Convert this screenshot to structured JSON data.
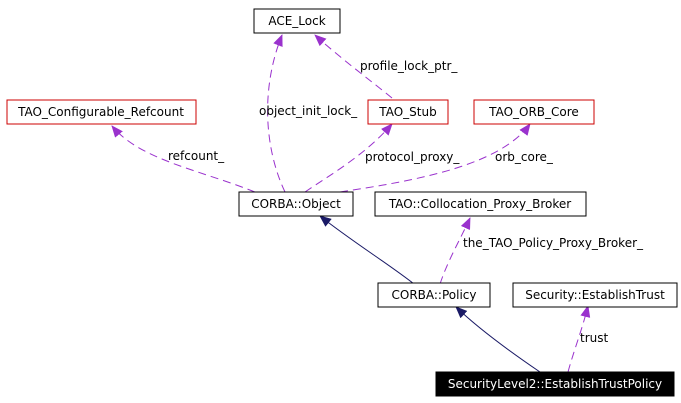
{
  "colors": {
    "normal_border": "#000000",
    "external_border": "#cc0000",
    "focus_fill": "#000000",
    "focus_text": "#ffffff",
    "usage_edge": "#9a32cd",
    "inherit_edge": "#1a1a66"
  },
  "nodes": {
    "ace_lock": "ACE_Lock",
    "tao_configurable_refcount": "TAO_Configurable_Refcount",
    "tao_stub": "TAO_Stub",
    "tao_orb_core": "TAO_ORB_Core",
    "corba_object": "CORBA::Object",
    "tao_collocation_proxy_broker": "TAO::Collocation_Proxy_Broker",
    "corba_policy": "CORBA::Policy",
    "security_establish_trust": "Security::EstablishTrust",
    "securitylevel2_establish_trust_policy": "SecurityLevel2::EstablishTrustPolicy"
  },
  "edges": {
    "profile_lock_ptr": "profile_lock_ptr_",
    "object_init_lock": "object_init_lock_",
    "refcount": "refcount_",
    "protocol_proxy": "protocol_proxy_",
    "orb_core": "orb_core_",
    "the_tao_policy_proxy_broker": "the_TAO_Policy_Proxy_Broker_",
    "trust": "trust"
  }
}
